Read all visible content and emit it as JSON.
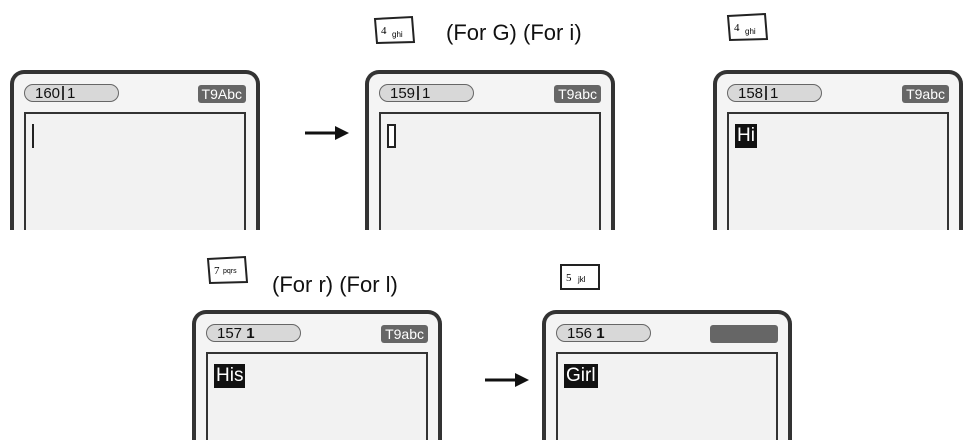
{
  "steps": [
    {
      "counter_num": "160",
      "counter_tail": "1",
      "mode": "T9Abc",
      "word": ""
    },
    {
      "counter_num": "159",
      "counter_tail": "1",
      "mode": "T9abc",
      "word": ""
    },
    {
      "counter_num": "158",
      "counter_tail": "1",
      "mode": "T9abc",
      "word": "Hi"
    },
    {
      "counter_num": "157",
      "counter_tail": "1",
      "mode": "T9abc",
      "word": "His"
    },
    {
      "counter_num": "156",
      "counter_tail": "1",
      "mode": "",
      "word": "Girl"
    }
  ],
  "captions": {
    "top": "(For G) (For i)",
    "bottom": "(For r) (For l)"
  },
  "keys": [
    {
      "digit": "4",
      "letters": "ghi"
    },
    {
      "digit": "4",
      "letters": "ghi"
    },
    {
      "digit": "7",
      "letters": "pqrs"
    },
    {
      "digit": "5",
      "letters": "jkl"
    }
  ],
  "colors": {
    "frame": "#333333",
    "mode_badge": "#666666",
    "highlight": "#111111"
  }
}
